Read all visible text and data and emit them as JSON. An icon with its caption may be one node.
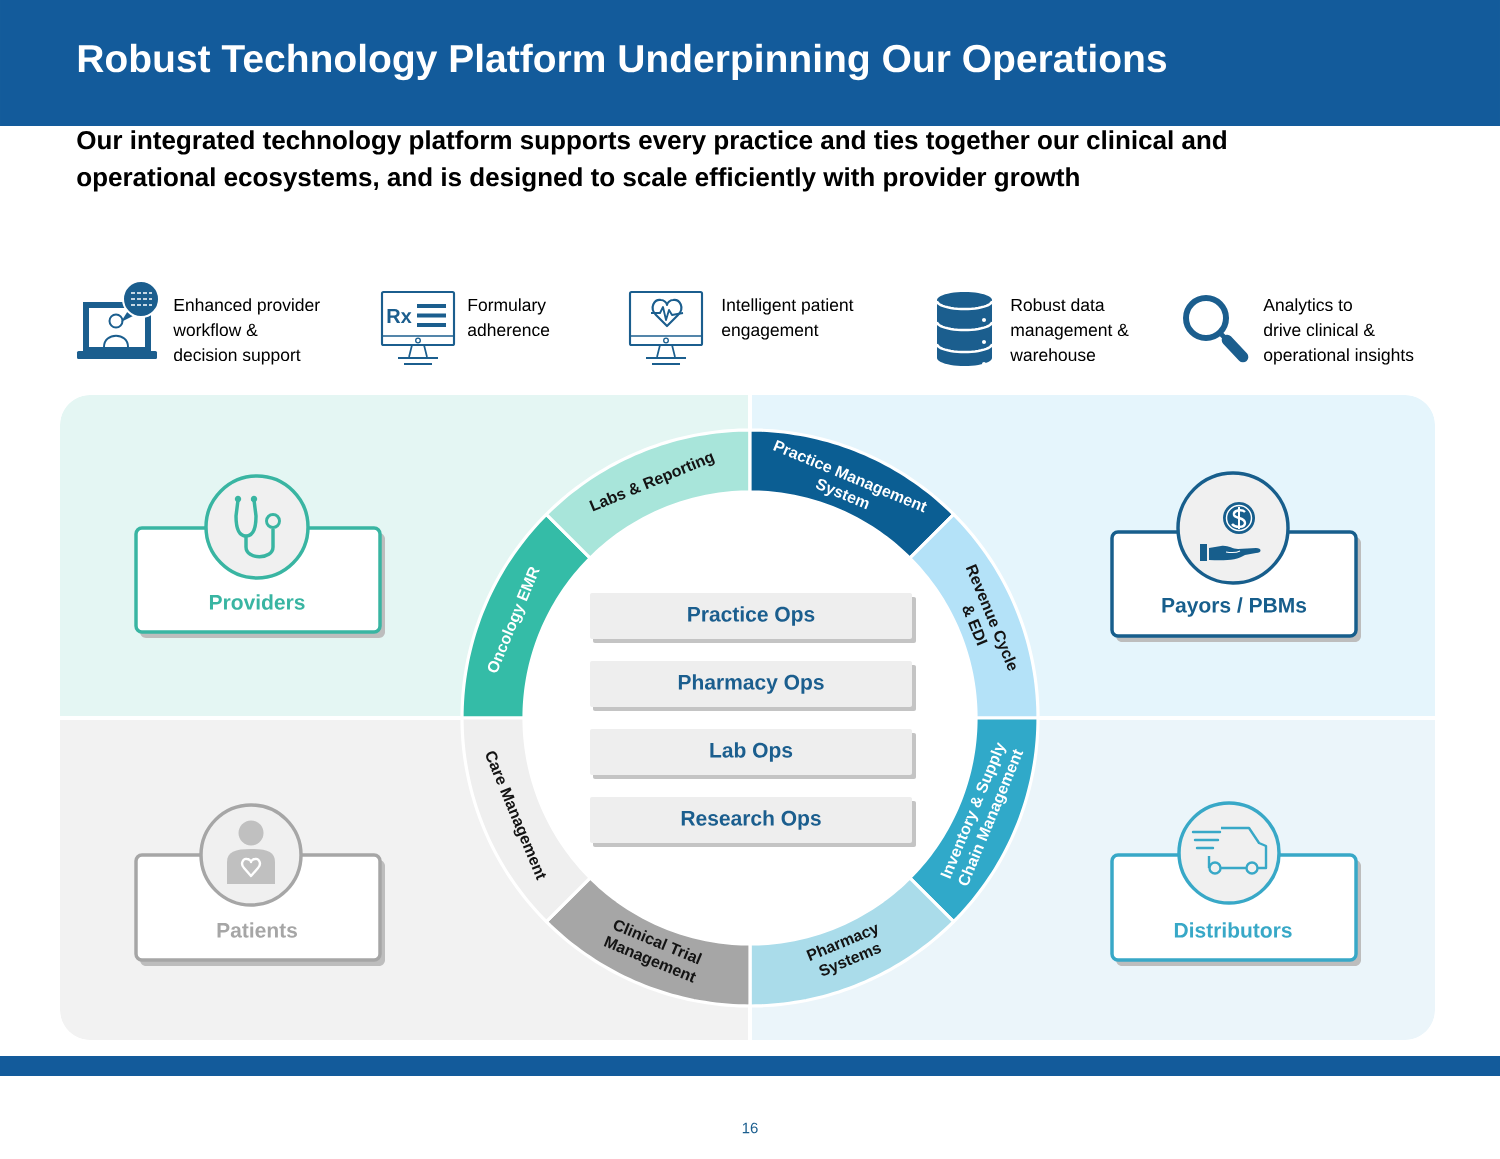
{
  "diagram": {
    "title": "Robust Technology Platform Underpinning Our Operations",
    "nodes": [
      {
        "text": [
          "Providers"
        ]
      },
      {
        "text": [
          "Payors / PBMs"
        ]
      },
      {
        "text": [
          "Oncology EMR"
        ]
      },
      {
        "text": [
          "Labs & Reporting"
        ]
      },
      {
        "text": [
          "Practice Management System"
        ]
      },
      {
        "text": [
          "Revenue Cycle & EDI"
        ]
      },
      {
        "text": [
          "Inventory & Supply Chain Management"
        ]
      },
      {
        "text": [
          "Pharmacy Systems"
        ]
      },
      {
        "text": [
          "Clinical Trial Management"
        ]
      },
      {
        "text": [
          "Care Management"
        ]
      },
      {
        "text": [
          "Practice Ops"
        ]
      },
      {
        "text": [
          "Pharmacy Ops"
        ]
      },
      {
        "text": [
          "Lab Ops"
        ]
      },
      {
        "text": [
          "Research Ops"
        ]
      },
      {
        "text": [
          "Patients"
        ]
      },
      {
        "text": [
          "Distributors"
        ]
      }
    ],
    "labels": [
      "Our integrated technology platform supports every practice and ties together our clinical and operational ecosystems, and is designed to scale efficiently with provider growth",
      "Enhanced provider workflow & decision support",
      "Rx",
      "Formulary adherence",
      "Intelligent patient engagement",
      "Robust data management & warehouse",
      "Analytics to drive clinical & operational insights",
      "16"
    ]
  }
}
